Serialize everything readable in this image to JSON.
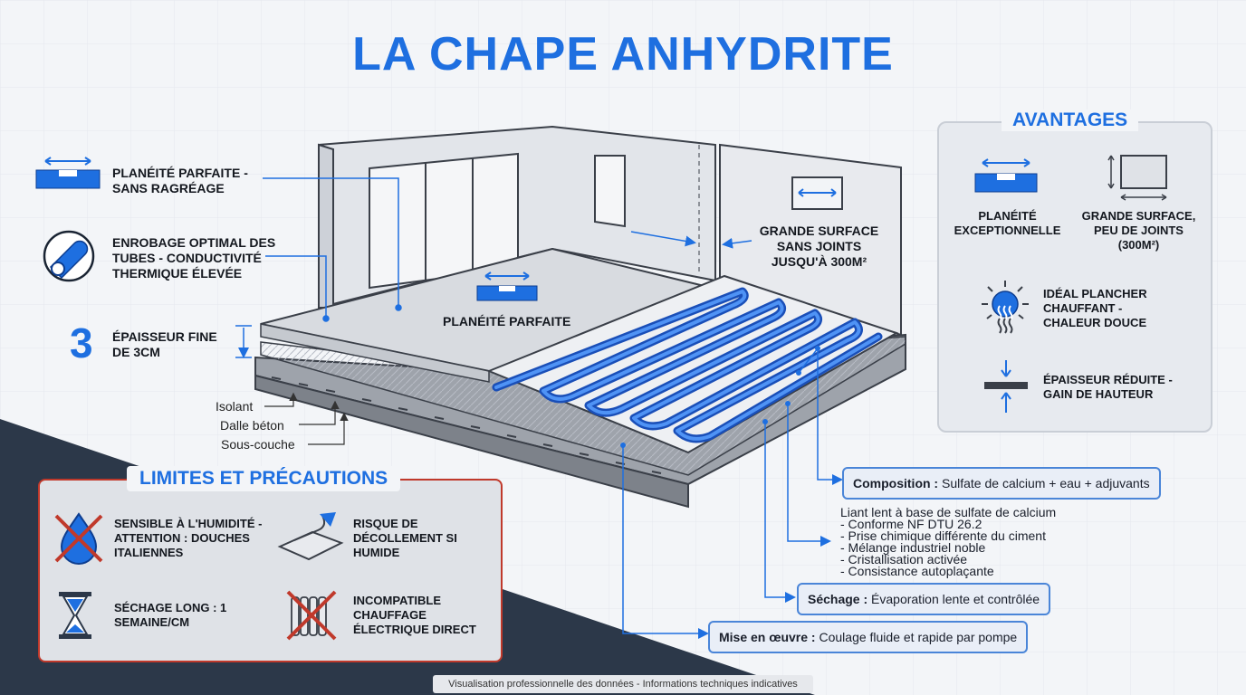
{
  "title": "LA CHAPE ANHYDRITE",
  "callouts": {
    "planeite": "PLANÉITÉ PARFAITE - SANS RAGRÉAGE",
    "enrobage": "ENROBAGE OPTIMAL DES TUBES - CONDUCTIVITÉ THERMIQUE ÉLEVÉE",
    "epaisseur": "ÉPAISSEUR FINE DE 3CM",
    "epaisseur_number": "3",
    "center_planeite": "PLANÉITÉ PARFAITE",
    "grande_surface": "GRANDE SURFACE SANS JOINTS JUSQU'À 300M²"
  },
  "layers": [
    "Isolant",
    "Dalle béton",
    "Sous-couche"
  ],
  "advantages": {
    "title": "AVANTAGES",
    "items": [
      {
        "text": "PLANÉITÉ EXCEPTIONNELLE",
        "icon": "level-icon"
      },
      {
        "text": "GRANDE SURFACE, PEU DE JOINTS (300m²)",
        "icon": "surface-icon"
      },
      {
        "text": "IDÉAL PLANCHER CHAUFFANT - CHALEUR DOUCE",
        "icon": "heat-icon"
      },
      {
        "text": "ÉPAISSEUR RÉDUITE - GAIN DE HAUTEUR",
        "icon": "thickness-icon"
      }
    ]
  },
  "limits": {
    "title": "LIMITES ET PRÉCAUTIONS",
    "items": [
      {
        "text": "SENSIBLE À L'HUMIDITÉ - ATTENTION : DOUCHES ITALIENNES",
        "icon": "no-water-icon"
      },
      {
        "text": "RISQUE DE DÉCOLLEMENT SI HUMIDE",
        "icon": "peeling-icon"
      },
      {
        "text": "SÉCHAGE LONG : 1 SEMAINE/CM",
        "icon": "hourglass-icon"
      },
      {
        "text": "INCOMPATIBLE CHAUFFAGE ÉLECTRIQUE DIRECT",
        "icon": "no-radiator-icon"
      }
    ]
  },
  "info": {
    "composition_label": "Composition :",
    "composition_value": "Sulfate de calcium + eau + adjuvants",
    "description": [
      "Liant lent à base de sulfate de calcium",
      "- Conforme NF DTU 26.2",
      "- Prise chimique différente du ciment",
      "- Mélange industriel noble",
      "- Cristallisation activée",
      "- Consistance autoplaçante"
    ],
    "sechage_label": "Séchage :",
    "sechage_value": "Évaporation lente et contrôlée",
    "mise_label": "Mise en œuvre :",
    "mise_value": "Coulage fluide et rapide par pompe"
  },
  "footer": "Visualisation professionnelle des données - Informations techniques indicatives",
  "colors": {
    "accent": "#1e6fe0",
    "warning": "#c0392b",
    "dark": "#2c3849"
  }
}
